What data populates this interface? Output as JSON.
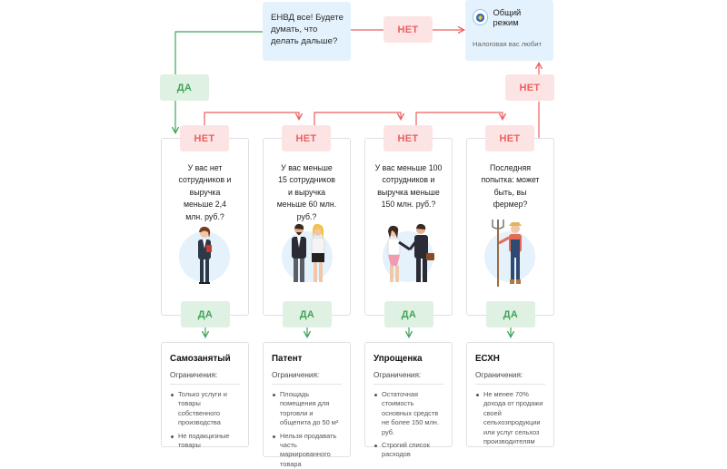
{
  "top_question": {
    "text": "ЕНВД все! Будете думать, что делать дальше?"
  },
  "general_regime": {
    "title": "Общий режим",
    "subtitle": "Налоговая вас любит"
  },
  "labels": {
    "no": "НЕТ",
    "yes": "ДА"
  },
  "questions": [
    {
      "text": "У вас нет сотрудников и выручка меньше 2,4 млн. руб.?"
    },
    {
      "text": "У вас меньше 15 сотрудников и выручка меньше 60 млн. руб.?"
    },
    {
      "text": "У вас меньше 100 сотрудников и выручка меньше 150 млн. руб.?"
    },
    {
      "text": "Последняя попытка: может быть, вы фермер?"
    }
  ],
  "regimes": [
    {
      "title": "Самозанятый",
      "subtitle": "Ограничения:",
      "items": [
        "Только услуги и товары собственного производства",
        "Не подакцизные товары"
      ]
    },
    {
      "title": "Патент",
      "subtitle": "Ограничения:",
      "items": [
        "Площадь помещения для торговли и общепита до 50 м²",
        "Нельзя продавать часть маркированного товара"
      ]
    },
    {
      "title": "Упрощенка",
      "subtitle": "Ограничения:",
      "items": [
        "Остаточная стоимость основных средств не более 150 млн. руб.",
        "Строгий список расходов"
      ]
    },
    {
      "title": "ЕСХН",
      "subtitle": "Ограничения:",
      "items": [
        "Не менее 70% дохода от продажи своей сельхозпродукции или услуг сельхоз производителям"
      ]
    }
  ],
  "colors": {
    "no_bg": "#fde4e4",
    "no_text": "#ec5f5f",
    "yes_bg": "#dff1e2",
    "yes_text": "#3fa457",
    "blue_box": "#e4f2fd",
    "circle": "#e5f1fb"
  }
}
